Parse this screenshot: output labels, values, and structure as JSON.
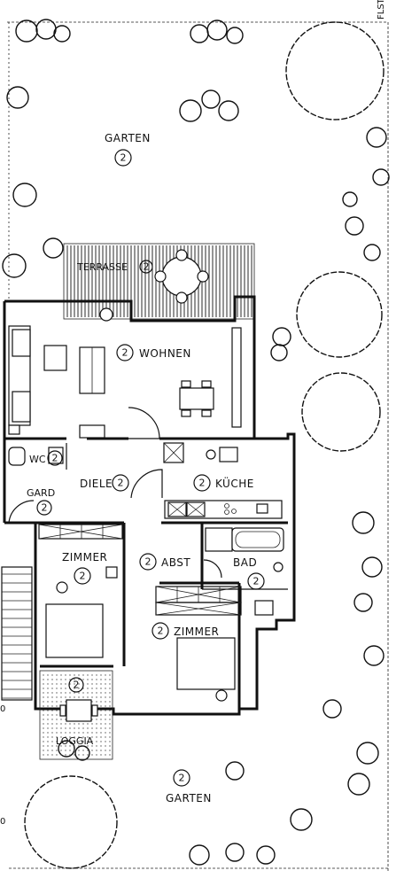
{
  "plan": {
    "edge_label": "FLST",
    "edge_marks": [
      "0",
      "0"
    ],
    "rooms": {
      "garten_top": {
        "name": "GARTEN",
        "unit": "2"
      },
      "terrasse": {
        "name": "TERRASSE",
        "unit": "2"
      },
      "wohnen": {
        "name": "WOHNEN",
        "unit": "2"
      },
      "wc": {
        "name": "WC",
        "unit": "2"
      },
      "diele": {
        "name": "DIELE",
        "unit": "2"
      },
      "kueche": {
        "name": "KÜCHE",
        "unit": "2"
      },
      "gard": {
        "name": "GARD",
        "unit": "2"
      },
      "zimmer_1": {
        "name": "ZIMMER",
        "unit": "2"
      },
      "abst": {
        "name": "ABST",
        "unit": "2"
      },
      "bad": {
        "name": "BAD",
        "unit": "2"
      },
      "zimmer_2": {
        "name": "ZIMMER",
        "unit": "2"
      },
      "loggia": {
        "name": "LOGGIA",
        "unit": "2"
      },
      "garten_bottom": {
        "name": "GARTEN",
        "unit": "2"
      }
    }
  }
}
